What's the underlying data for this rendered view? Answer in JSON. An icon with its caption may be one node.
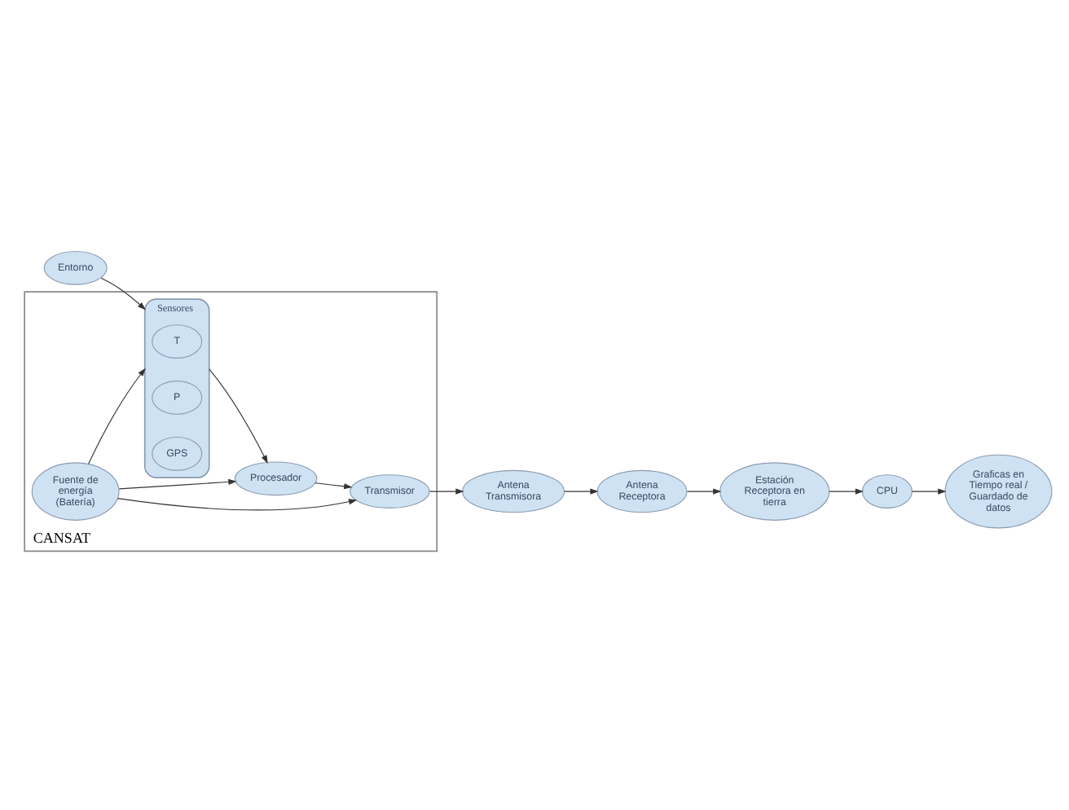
{
  "diagram": {
    "nodes": [
      {
        "text": [
          "Entorno"
        ]
      },
      {
        "text": [
          "CANSAT"
        ]
      },
      {
        "text": [
          "Sensores"
        ],
        "in": 1
      },
      {
        "text": [
          "T"
        ],
        "in": 2
      },
      {
        "text": [
          "P"
        ],
        "in": 2
      },
      {
        "text": [
          "GPS"
        ],
        "in": 2
      },
      {
        "text": [
          "Procesador"
        ],
        "in": 1
      },
      {
        "text": [
          "Fuente de energía (Batería)"
        ],
        "in": 1
      },
      {
        "text": [
          "Transmisor"
        ],
        "in": 1
      },
      {
        "text": [
          "Antena Transmisora"
        ]
      },
      {
        "text": [
          "Antena Receptora"
        ]
      },
      {
        "text": [
          "Estación Receptora en tierra"
        ]
      },
      {
        "text": [
          "CPU"
        ]
      },
      {
        "text": [
          "Graficas en Tiempo real / Guardado de datos"
        ]
      }
    ],
    "edges": [
      {
        "from": 0,
        "to": 2,
        "arrow": "to"
      },
      {
        "from": 2,
        "to": 6,
        "arrow": "to"
      },
      {
        "from": 7,
        "to": 2,
        "arrow": "to"
      },
      {
        "from": 7,
        "to": 6,
        "arrow": "to"
      },
      {
        "from": 7,
        "to": 8,
        "arrow": "to"
      },
      {
        "from": 6,
        "to": 8,
        "arrow": "to"
      },
      {
        "from": 8,
        "to": 9,
        "arrow": "to"
      },
      {
        "from": 9,
        "to": 10,
        "arrow": "to"
      },
      {
        "from": 10,
        "to": 11,
        "arrow": "to"
      },
      {
        "from": 11,
        "to": 12,
        "arrow": "to"
      },
      {
        "from": 12,
        "to": 13,
        "arrow": "to"
      }
    ]
  }
}
